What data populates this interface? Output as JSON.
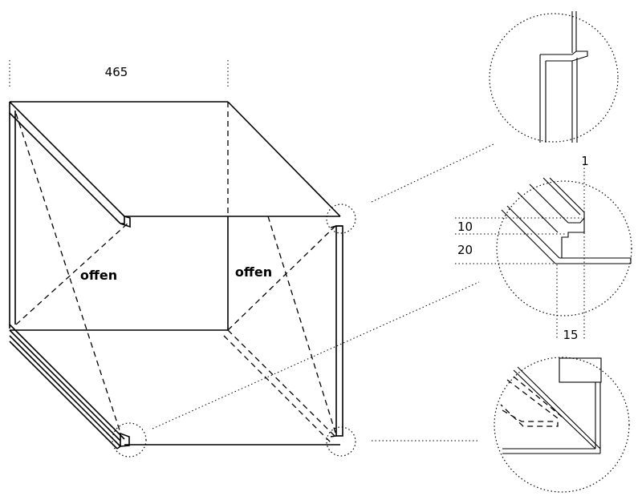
{
  "dimensions": {
    "width_label": "465",
    "dim_1": "1",
    "dim_10": "10",
    "dim_20": "20",
    "dim_15": "15"
  },
  "labels": {
    "open_left": "offen",
    "open_front": "offen"
  }
}
